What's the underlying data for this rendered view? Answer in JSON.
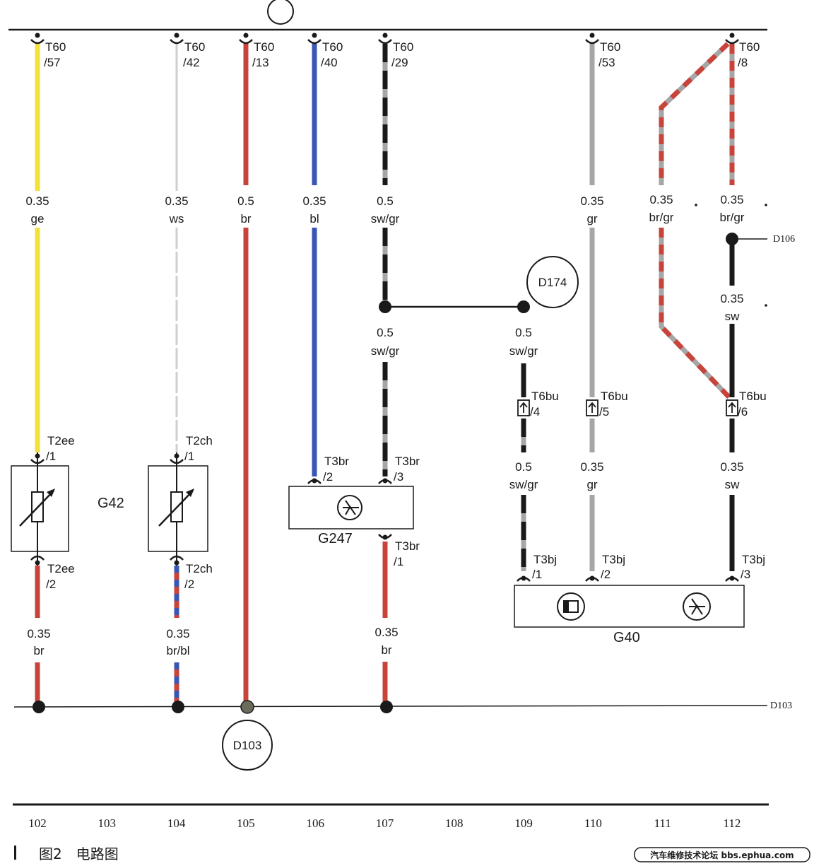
{
  "bus_label": "",
  "connectors": {
    "c102": [
      "T60",
      "/57"
    ],
    "c104": [
      "T60",
      "/42"
    ],
    "c105": [
      "T60",
      "/13"
    ],
    "c106": [
      "T60",
      "/40"
    ],
    "c107": [
      "T60",
      "/29"
    ],
    "c110": [
      "T60",
      "/53"
    ],
    "c112": [
      "T60",
      "/8"
    ]
  },
  "wires": {
    "w102_top": [
      "0.35",
      "ge"
    ],
    "w104_top": [
      "0.35",
      "ws"
    ],
    "w105_top": [
      "0.5",
      "br"
    ],
    "w106_top": [
      "0.35",
      "bl"
    ],
    "w107_top": [
      "0.5",
      "sw/gr"
    ],
    "w110_top": [
      "0.35",
      "gr"
    ],
    "w111_top": [
      "0.35",
      "br/gr"
    ],
    "w112_top": [
      "0.35",
      "br/gr"
    ],
    "w112_mid": [
      "0.35",
      "sw"
    ],
    "w107_mid": [
      "0.5",
      "sw/gr"
    ],
    "w109_mid": [
      "0.5",
      "sw/gr"
    ],
    "w109_low": [
      "0.5",
      "sw/gr"
    ],
    "w110_low": [
      "0.35",
      "gr"
    ],
    "w112_low": [
      "0.35",
      "sw"
    ],
    "w102_bot": [
      "0.35",
      "br"
    ],
    "w104_bot": [
      "0.35",
      "br/bl"
    ],
    "w107_bot": [
      "0.35",
      "br"
    ]
  },
  "pins": {
    "p102_top": [
      "T2ee",
      "/1"
    ],
    "p102_bot": [
      "T2ee",
      "/2"
    ],
    "p104_top": [
      "T2ch",
      "/1"
    ],
    "p104_bot": [
      "T2ch",
      "/2"
    ],
    "p106_top": [
      "T3br",
      "/2"
    ],
    "p107_top": [
      "T3br",
      "/3"
    ],
    "p107_bot": [
      "T3br",
      "/1"
    ],
    "p109_t6": [
      "T6bu",
      "/4"
    ],
    "p110_t6": [
      "T6bu",
      "/5"
    ],
    "p112_t6": [
      "T6bu",
      "/6"
    ],
    "p109_g40": [
      "T3bj",
      "/1"
    ],
    "p110_g40": [
      "T3bj",
      "/2"
    ],
    "p112_g40": [
      "T3bj",
      "/3"
    ]
  },
  "components": {
    "g42": "G42",
    "g42_alt": "",
    "g247": "G247",
    "g40": "G40"
  },
  "ground_labels": {
    "d174": "D174",
    "d103_circle": "D103",
    "d103_line": "D103",
    "d106_line": "D106"
  },
  "columns": [
    "102",
    "103",
    "104",
    "105",
    "106",
    "107",
    "108",
    "109",
    "110",
    "111",
    "112"
  ],
  "caption": "图2　电路图",
  "watermark": "汽车维修技术论坛 bbs.ephua.com",
  "colors": {
    "ge": "#f2e13a",
    "ws": "#d8d8d8",
    "br": "#c8433a",
    "bl": "#3a56b4",
    "sw": "#1a1a1a",
    "gr": "#a6a6a6"
  }
}
